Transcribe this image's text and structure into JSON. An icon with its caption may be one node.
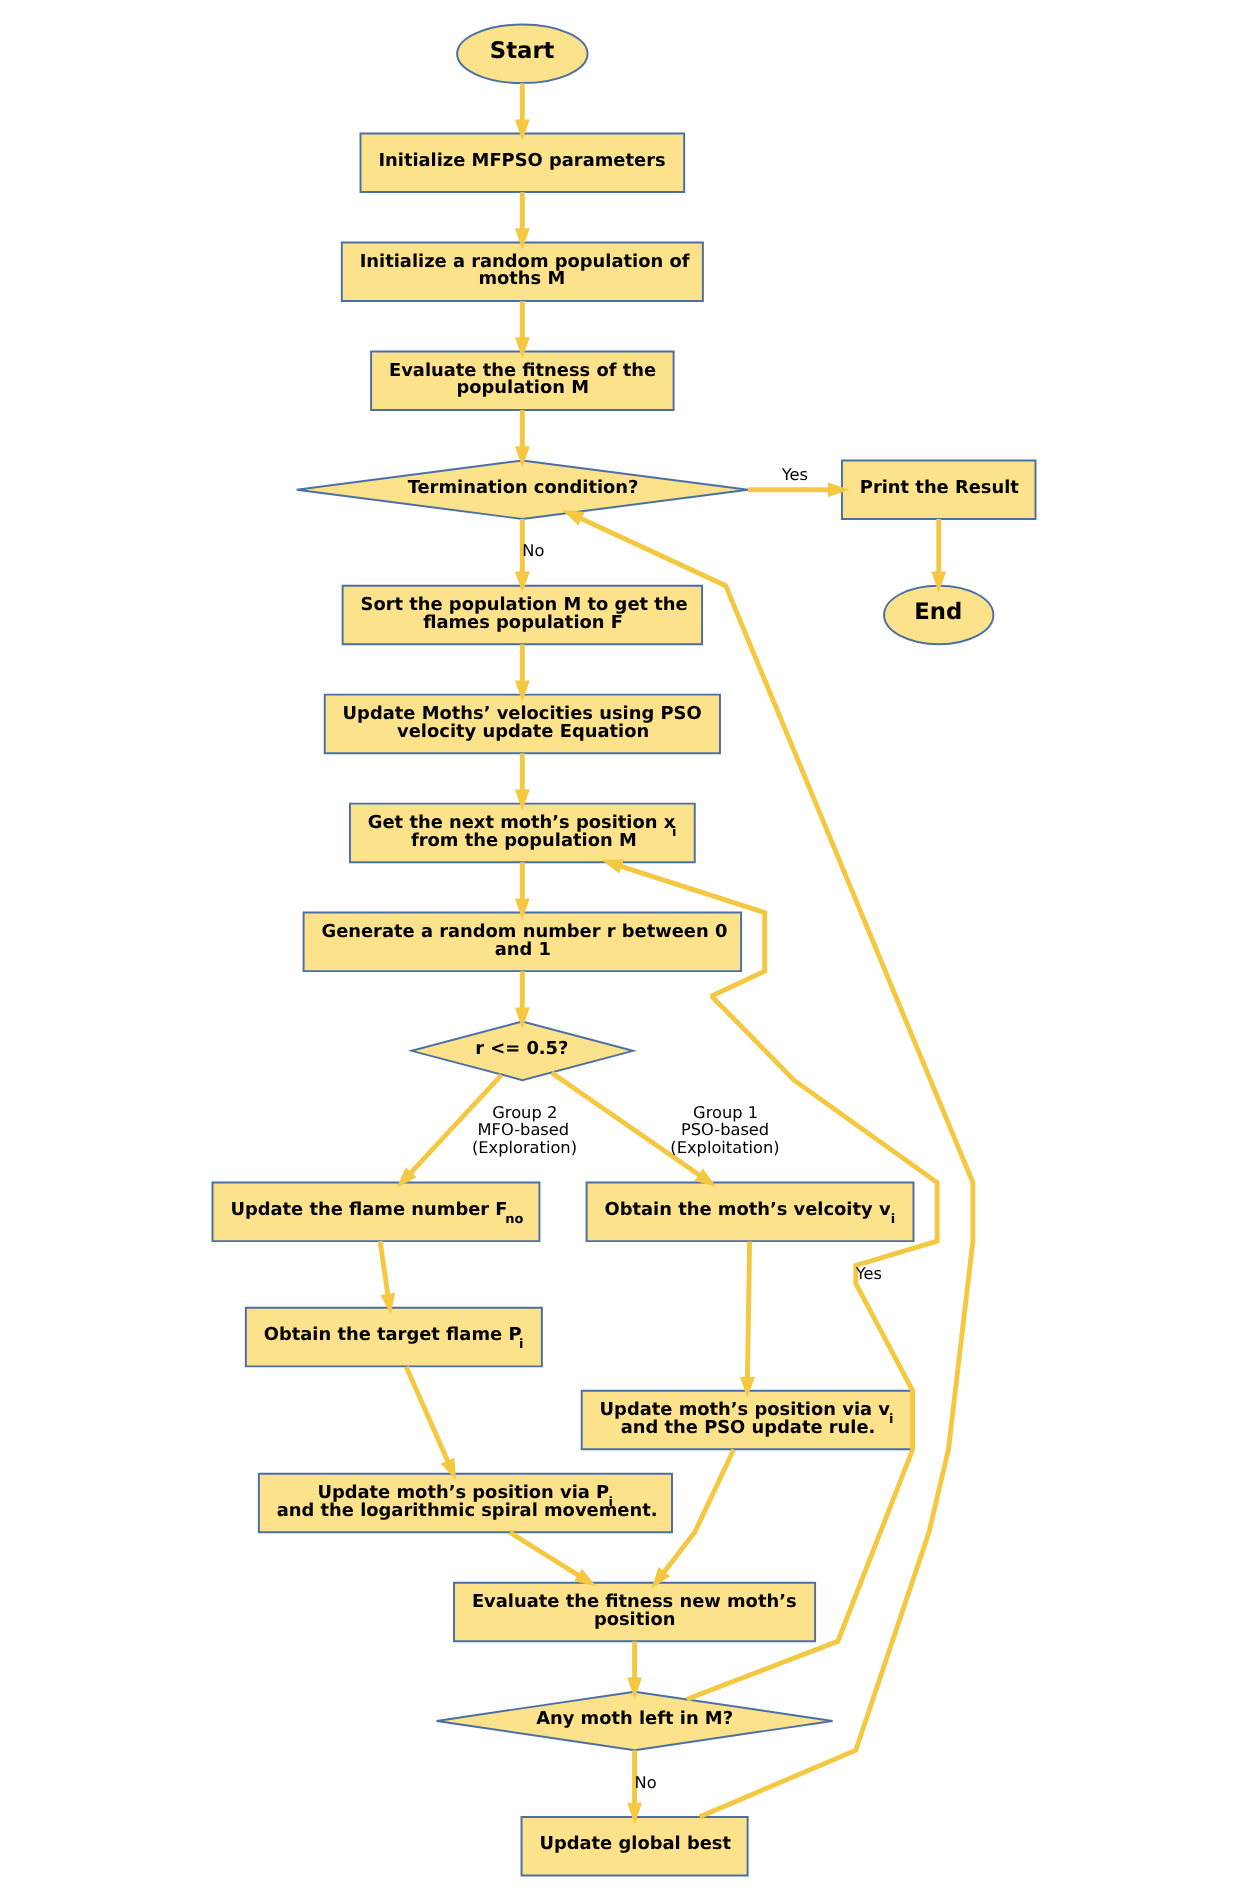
{
  "diagram": {
    "nodes": [
      {
        "text": [
          "Start"
        ]
      },
      {
        "text": [
          "Initialize MFPSO parameters"
        ]
      },
      {
        "text": [
          "Initialize a random population of moths M"
        ]
      },
      {
        "text": [
          "Evaluate the fitness of the population M"
        ]
      },
      {
        "text": [
          "Termination condition?"
        ]
      },
      {
        "text": [
          "Print the Result"
        ]
      },
      {
        "text": [
          "End"
        ]
      },
      {
        "text": [
          "Sort the population M to get the flames population F"
        ]
      },
      {
        "text": [
          "Update Moths’ velocities using PSO velocity update Equation"
        ]
      },
      {
        "text": [
          "Get the next moth’s position x$_{i}$ from the population M"
        ]
      },
      {
        "text": [
          "Generate a random number r between 0 and 1"
        ]
      },
      {
        "text": [
          "r <= 0.5?"
        ]
      },
      {
        "text": [
          "Update the flame number F$_{no}$"
        ]
      },
      {
        "text": [
          "Obtain the target flame P$_{i}$"
        ]
      },
      {
        "text": [
          "Update moth’s position via P$_{i}$ and the logarithmic spiral movement."
        ]
      },
      {
        "text": [
          "Obtain the moth’s velcoity v$_{i}$"
        ]
      },
      {
        "text": [
          "Update moth’s position via v$_{i}$ and the PSO update rule."
        ]
      },
      {
        "text": [
          "Evaluate the fitness new moth’s position"
        ]
      },
      {
        "text": [
          "Any moth left in M?"
        ]
      },
      {
        "text": [
          "Update global best"
        ]
      }
    ],
    "edges": [
      {
        "from": 0,
        "to": 1,
        "arrow": "to"
      },
      {
        "from": 1,
        "to": 2,
        "arrow": "to"
      },
      {
        "from": 2,
        "to": 3,
        "arrow": "to"
      },
      {
        "from": 3,
        "to": 4,
        "arrow": "to"
      },
      {
        "from": 4,
        "to": 5,
        "arrow": "to",
        "label": "Yes"
      },
      {
        "from": 5,
        "to": 6,
        "arrow": "to"
      },
      {
        "from": 4,
        "to": 7,
        "arrow": "to",
        "label": "No"
      },
      {
        "from": 7,
        "to": 8,
        "arrow": "to"
      },
      {
        "from": 8,
        "to": 9,
        "arrow": "to"
      },
      {
        "from": 9,
        "to": 10,
        "arrow": "to"
      },
      {
        "from": 10,
        "to": 11,
        "arrow": "to"
      },
      {
        "from": 11,
        "to": 12,
        "arrow": "to",
        "label": "Group 2 MFO-based (Exploration)"
      },
      {
        "from": 11,
        "to": 15,
        "arrow": "to",
        "label": "Group 1 PSO-based (Exploitation)"
      },
      {
        "from": 12,
        "to": 13,
        "arrow": "to"
      },
      {
        "from": 13,
        "to": 14,
        "arrow": "to"
      },
      {
        "from": 15,
        "to": 16,
        "arrow": "to"
      },
      {
        "from": 14,
        "to": 17,
        "arrow": "to"
      },
      {
        "from": 16,
        "to": 17,
        "arrow": "to"
      },
      {
        "from": 17,
        "to": 18,
        "arrow": "to"
      },
      {
        "from": 18,
        "to": 9,
        "arrow": "to",
        "label": "Yes"
      },
      {
        "from": 18,
        "to": 19,
        "arrow": "to",
        "label": "No"
      },
      {
        "from": 19,
        "to": 4,
        "arrow": "to"
      }
    ]
  }
}
